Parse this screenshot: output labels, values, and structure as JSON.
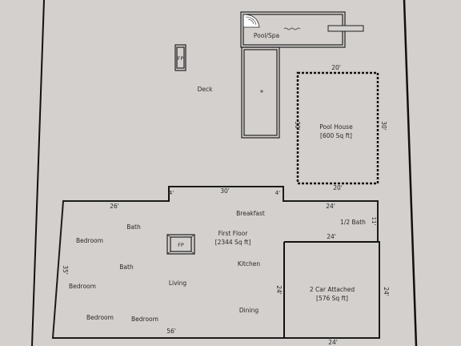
{
  "outdoor": {
    "pool_label": "Pool/Spa",
    "fireplace_label": "FP",
    "deck_label": "Deck"
  },
  "pool_house": {
    "title": "Pool House",
    "area": "[600 Sq ft]",
    "dim_top": "20'",
    "dim_bottom": "20'",
    "dim_left": "30'",
    "dim_right": "30'"
  },
  "first_floor": {
    "title": "First Floor",
    "area": "[2344 Sq ft]",
    "fireplace_label": "FP",
    "rooms": {
      "breakfast": "Breakfast",
      "half_bath": "1/2 Bath",
      "bedroom_1": "Bedroom",
      "bath_1": "Bath",
      "bath_2": "Bath",
      "kitchen": "Kitchen",
      "bedroom_2": "Bedroom",
      "living": "Living",
      "dining": "Dining",
      "bedroom_3": "Bedroom",
      "bedroom_4": "Bedroom"
    },
    "dims": {
      "top_left": "26'",
      "notch_left": "4'",
      "top_center": "30'",
      "notch_right": "4'",
      "top_right": "24'",
      "right_step": "11'",
      "left_side": "35'",
      "bottom": "56'"
    }
  },
  "garage": {
    "title": "2 Car Attached",
    "area": "[576 Sq ft]",
    "dim_top": "24'",
    "dim_left": "24'",
    "dim_right": "24'",
    "dim_bottom": "24'"
  }
}
